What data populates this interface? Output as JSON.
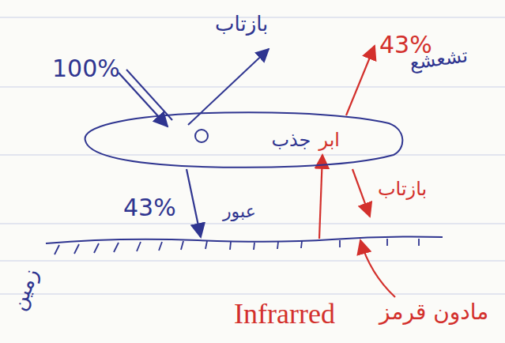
{
  "diagram": {
    "nodes": [
      {
        "text": [
          "ابر",
          "جذب"
        ]
      }
    ],
    "labels": [
      "100%",
      "بازتاب",
      "43%",
      "تشعشع",
      "43%",
      "عبور",
      "بازتاب",
      "زمین",
      "Infrarred",
      "مادون قرمز"
    ]
  }
}
